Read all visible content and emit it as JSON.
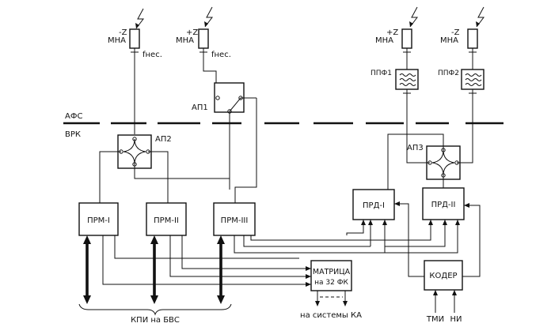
{
  "antennas": [
    {
      "id": "a1",
      "label_top": "-Z",
      "label_bottom": "МНА",
      "freq": "fнес."
    },
    {
      "id": "a2",
      "label_top": "+Z",
      "label_bottom": "МНА",
      "freq": "fнес."
    },
    {
      "id": "a3",
      "label_top": "+Z",
      "label_bottom": "МНА"
    },
    {
      "id": "a4",
      "label_top": "-Z",
      "label_bottom": "МНА"
    }
  ],
  "filters": [
    "ППФ1",
    "ППФ2"
  ],
  "zones": {
    "upper": "АФС",
    "lower": "ВРК"
  },
  "switches": [
    "АП1",
    "АП2",
    "АП3"
  ],
  "receivers": [
    "ПРМ-I",
    "ПРМ-II",
    "ПРМ-III"
  ],
  "transmitters": [
    "ПРД-I",
    "ПРД-II"
  ],
  "matrix": {
    "line1": "МАТРИЦА",
    "line2": "на 32 ФК"
  },
  "coder": "КОДЕР",
  "bottom_labels": {
    "kpi": "КПИ на БВС",
    "systems": "на системы КА",
    "tmi": "ТМИ",
    "ni": "НИ"
  }
}
